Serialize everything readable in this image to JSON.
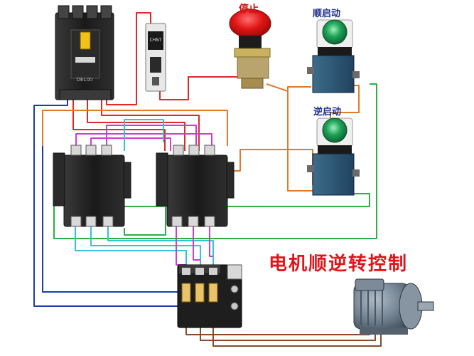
{
  "title": "电机顺逆转控制",
  "buttons": {
    "stop": "停止",
    "forward_start": "顺启动",
    "reverse_start": "逆启动"
  },
  "breaker_label": "DELIXI",
  "fuse_label": "CHNT",
  "colors": {
    "title": "#e0151a",
    "labels": "#1c2c8c",
    "wire_red": "#e02828",
    "wire_orange": "#e07a2a",
    "wire_magenta": "#cc3fcc",
    "wire_cyan": "#34c2d8",
    "wire_green": "#2eae44",
    "wire_blue": "#1e3e9e",
    "wire_brown": "#8a4a2a"
  }
}
